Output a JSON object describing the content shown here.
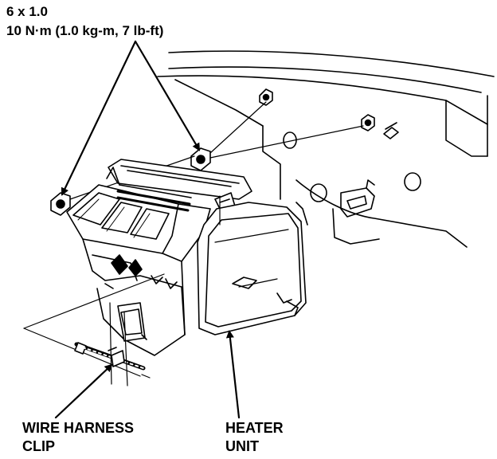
{
  "spec": {
    "bolt_size": "6 x 1.0",
    "torque": "10 N·m (1.0 kg-m, 7 lb-ft)"
  },
  "labels": {
    "wire_harness_line1": "WIRE HARNESS",
    "wire_harness_line2": "CLIP",
    "heater_unit_line1": "HEATER",
    "heater_unit_line2": "UNIT"
  }
}
